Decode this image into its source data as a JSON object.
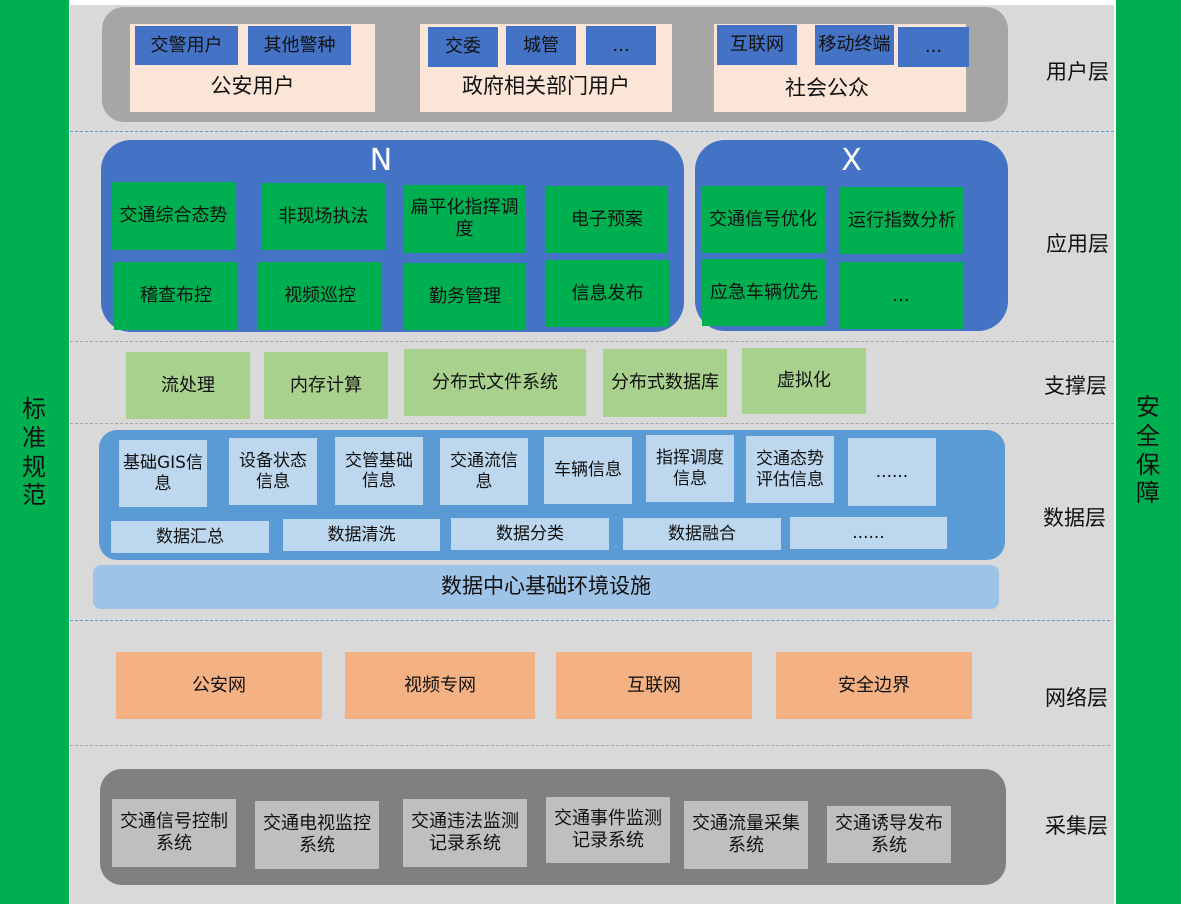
{
  "left_bar": {
    "label": "标准规范",
    "color": "#00B050"
  },
  "right_bar": {
    "label": "安全保障",
    "color": "#00B050"
  },
  "layers": {
    "user": {
      "label": "用户层",
      "groups": [
        {
          "title": "公安用户",
          "chips": [
            "交警用户",
            "其他警种"
          ]
        },
        {
          "title": "政府相关部门用户",
          "chips": [
            "交委",
            "城管",
            "..."
          ]
        },
        {
          "title": "社会公众",
          "chips": [
            "互联网",
            "移动终端",
            "..."
          ]
        }
      ]
    },
    "application": {
      "label": "应用层",
      "panels": [
        {
          "title": "N",
          "items": [
            "交通综合态势",
            "非现场执法",
            "扁平化指挥调度",
            "电子预案",
            "稽查布控",
            "视频巡控",
            "勤务管理",
            "信息发布"
          ]
        },
        {
          "title": "X",
          "items": [
            "交通信号优化",
            "运行指数分析",
            "应急车辆优先",
            "..."
          ]
        }
      ]
    },
    "support": {
      "label": "支撑层",
      "items": [
        "流处理",
        "内存计算",
        "分布式文件系统",
        "分布式数据库",
        "虚拟化"
      ]
    },
    "data": {
      "label": "数据层",
      "info_items": [
        "基础GIS信息",
        "设备状态信息",
        "交管基础信息",
        "交通流信息",
        "车辆信息",
        "指挥调度信息",
        "交通态势评估信息",
        "......"
      ],
      "process_items": [
        "数据汇总",
        "数据清洗",
        "数据分类",
        "数据融合",
        "......"
      ],
      "infrastructure": "数据中心基础环境设施"
    },
    "network": {
      "label": "网络层",
      "items": [
        "公安网",
        "视频专网",
        "互联网",
        "安全边界"
      ]
    },
    "collection": {
      "label": "采集层",
      "items": [
        "交通信号控制系统",
        "交通电视监控系统",
        "交通违法监测记录系统",
        "交通事件监测记录系统",
        "交通流量采集系统",
        "交通诱导发布系统"
      ]
    }
  }
}
